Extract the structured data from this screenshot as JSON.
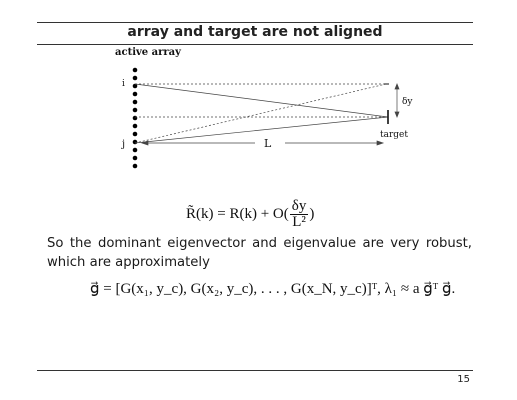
{
  "slide": {
    "title": "array and target are not aligned",
    "diagram": {
      "active_array_label": "active array",
      "label_i": "i",
      "label_j": "j",
      "label_L": "L",
      "label_dy": "δy",
      "label_target": "target"
    },
    "equation_1": {
      "lhs": "R̃(k) = R(k) + O(",
      "frac_num": "δy",
      "frac_den": "L²",
      "close": ")"
    },
    "paragraph": "So the dominant eigenvector and eigenvalue are very robust, which are approximately",
    "equation_2": "g⃗ = [G(x₁, y_c), G(x₂, y_c), . . . , G(x_N, y_c)]ᵀ,   λ₁ ≈ a g⃗ᵀ g⃗.",
    "page_number": "15"
  }
}
